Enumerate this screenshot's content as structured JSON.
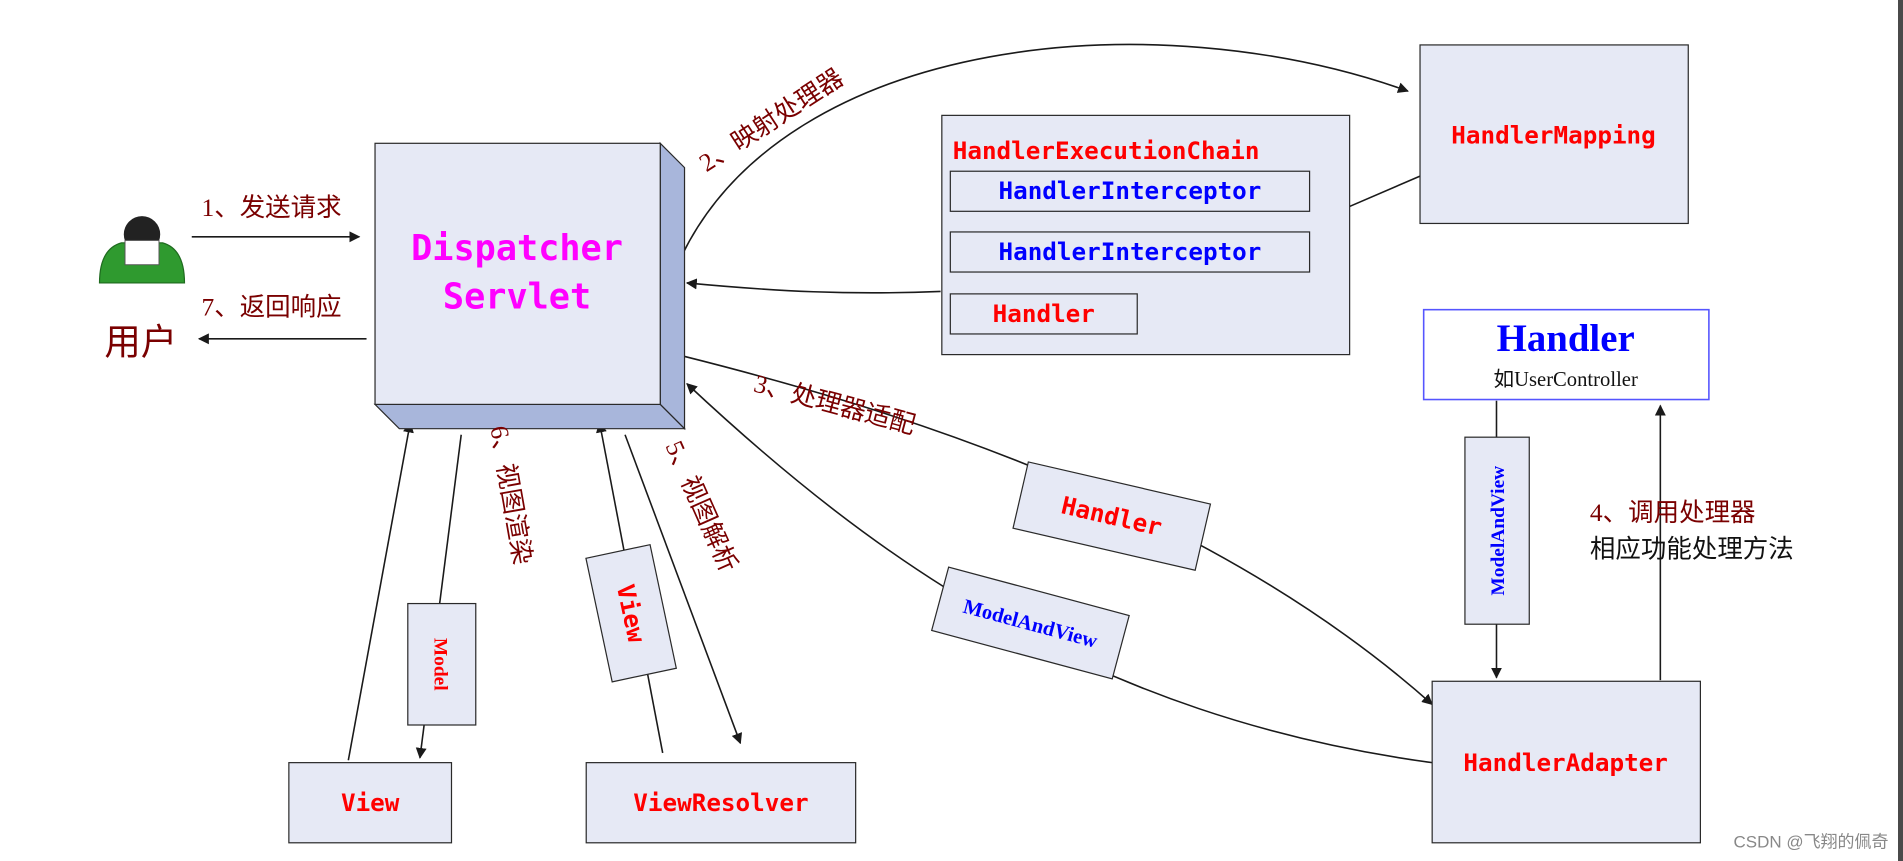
{
  "colors": {
    "box_fill": "#e6e9f5",
    "box_stroke": "#2a2a2a",
    "red_text": "#ff0000",
    "blue_text": "#0000ff",
    "magenta_text": "#ff00ff",
    "step_text": "#7a0000",
    "line": "#1a1a1a",
    "user_green": "#2f9a2f"
  },
  "user": {
    "label": "用户",
    "icon": "person-icon"
  },
  "dispatcher": {
    "line1": "Dispatcher",
    "line2": "Servlet"
  },
  "chain": {
    "title": "HandlerExecutionChain",
    "interceptor1": "HandlerInterceptor",
    "interceptor2": "HandlerInterceptor",
    "handler": "Handler"
  },
  "mapping": {
    "label": "HandlerMapping"
  },
  "handler_box": {
    "title": "Handler",
    "subtitle": "如UserController"
  },
  "adapter": {
    "label": "HandlerAdapter"
  },
  "view_box": {
    "label": "View"
  },
  "resolver_box": {
    "label": "ViewResolver"
  },
  "tags": {
    "handler": "Handler",
    "model_and_view_left": "ModelAndView",
    "model_and_view_vertical": "ModelAndView",
    "view": "View",
    "model": "Model"
  },
  "steps": {
    "s1": "1、发送请求",
    "s2": "2、映射处理器",
    "s3": "3、处理器适配",
    "s4_line1": "4、调用处理器",
    "s4_line2": "相应功能处理方法",
    "s5": "5、视图解析",
    "s6": "6、视图渲染",
    "s7": "7、返回响应"
  },
  "watermark": "CSDN @飞翔的佩奇"
}
